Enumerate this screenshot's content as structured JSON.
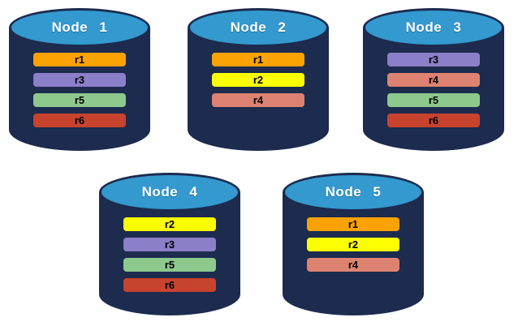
{
  "diagram": {
    "title": "database-nodes-replica-placement",
    "background_color": "#ffffff",
    "cylinder_body_color": "#1C2B4E",
    "cylinder_top_color": "#3399CE",
    "cylinder_outline_color": "#1C2B4E",
    "node_title_color": "#ffffff",
    "replica_label_color": "#000000",
    "replica_colors": {
      "r1": "#F9A201",
      "r2": "#FBFF00",
      "r3": "#8A7FC8",
      "r4": "#DD8270",
      "r5": "#8DC88C",
      "r6": "#C8432E"
    },
    "nodes": [
      {
        "label": "Node 1",
        "replicas": [
          "r1",
          "r3",
          "r5",
          "r6"
        ]
      },
      {
        "label": "Node 2",
        "replicas": [
          "r1",
          "r2",
          "r4"
        ]
      },
      {
        "label": "Node 3",
        "replicas": [
          "r3",
          "r4",
          "r5",
          "r6"
        ]
      },
      {
        "label": "Node 4",
        "replicas": [
          "r2",
          "r3",
          "r5",
          "r6"
        ]
      },
      {
        "label": "Node 5",
        "replicas": [
          "r1",
          "r2",
          "r4"
        ]
      }
    ]
  }
}
